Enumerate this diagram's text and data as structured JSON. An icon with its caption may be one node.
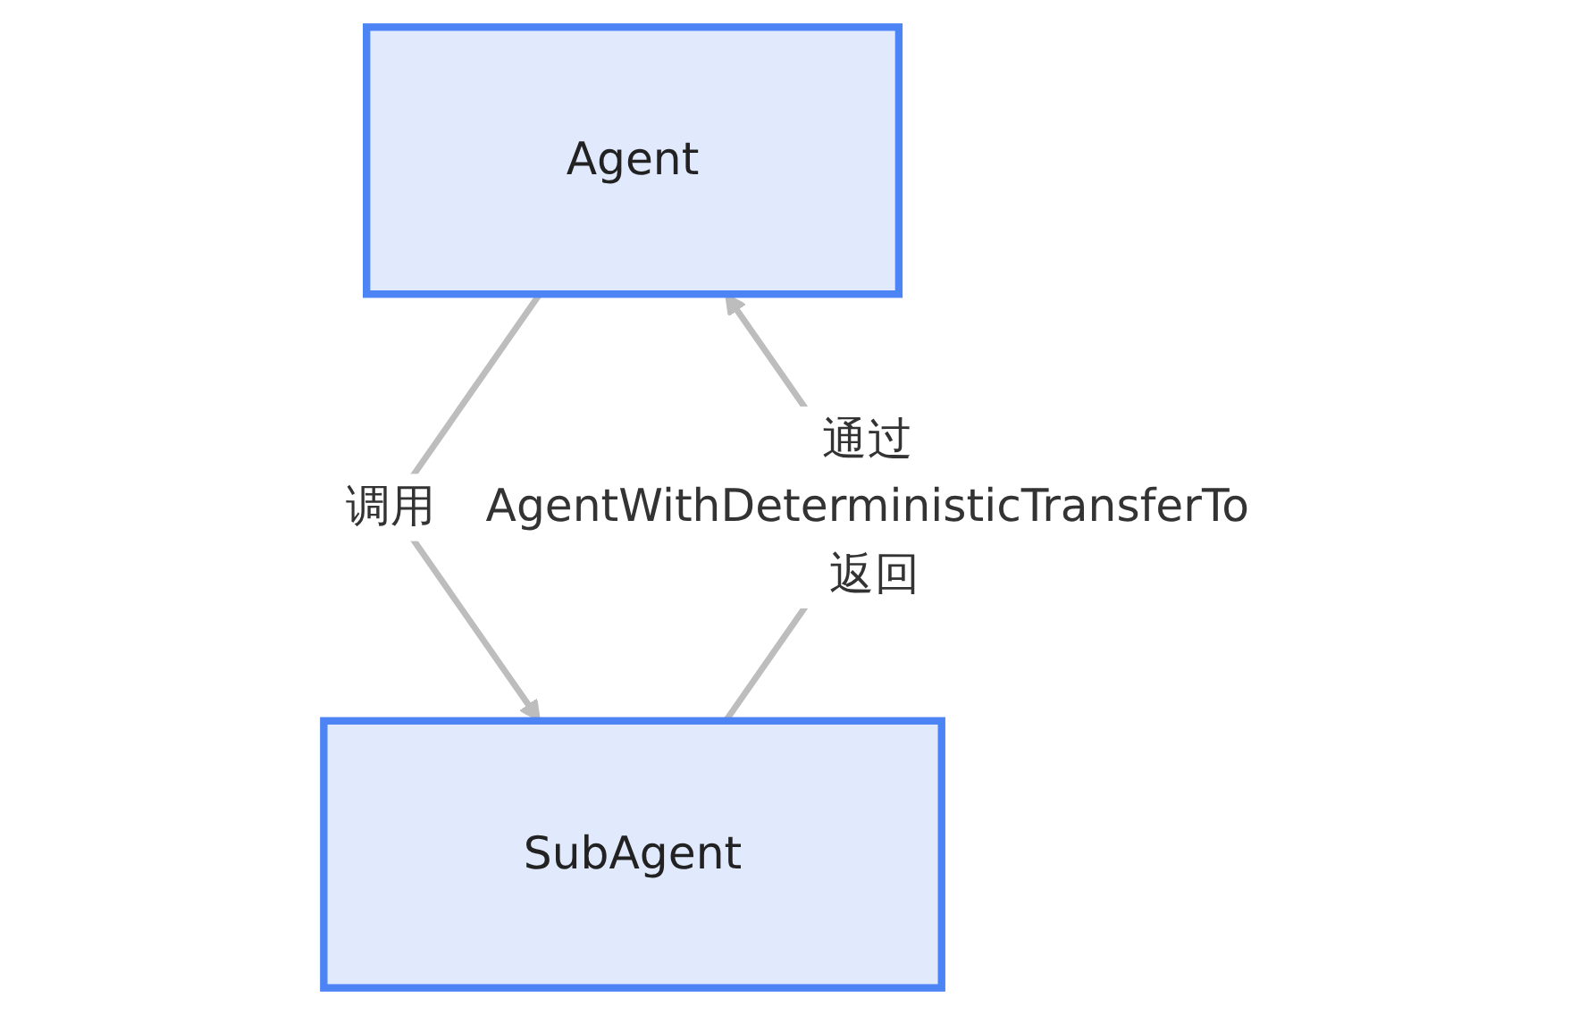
{
  "diagram": {
    "nodes": [
      {
        "text": [
          "Agent"
        ]
      },
      {
        "text": [
          "SubAgent"
        ]
      }
    ],
    "edges": [
      {
        "from": 0,
        "to": 1,
        "arrow": "to",
        "label": "调用"
      },
      {
        "from": 1,
        "to": 0,
        "arrow": "to",
        "label": "通过 AgentWithDeterministicTransferTo 返回"
      }
    ]
  }
}
